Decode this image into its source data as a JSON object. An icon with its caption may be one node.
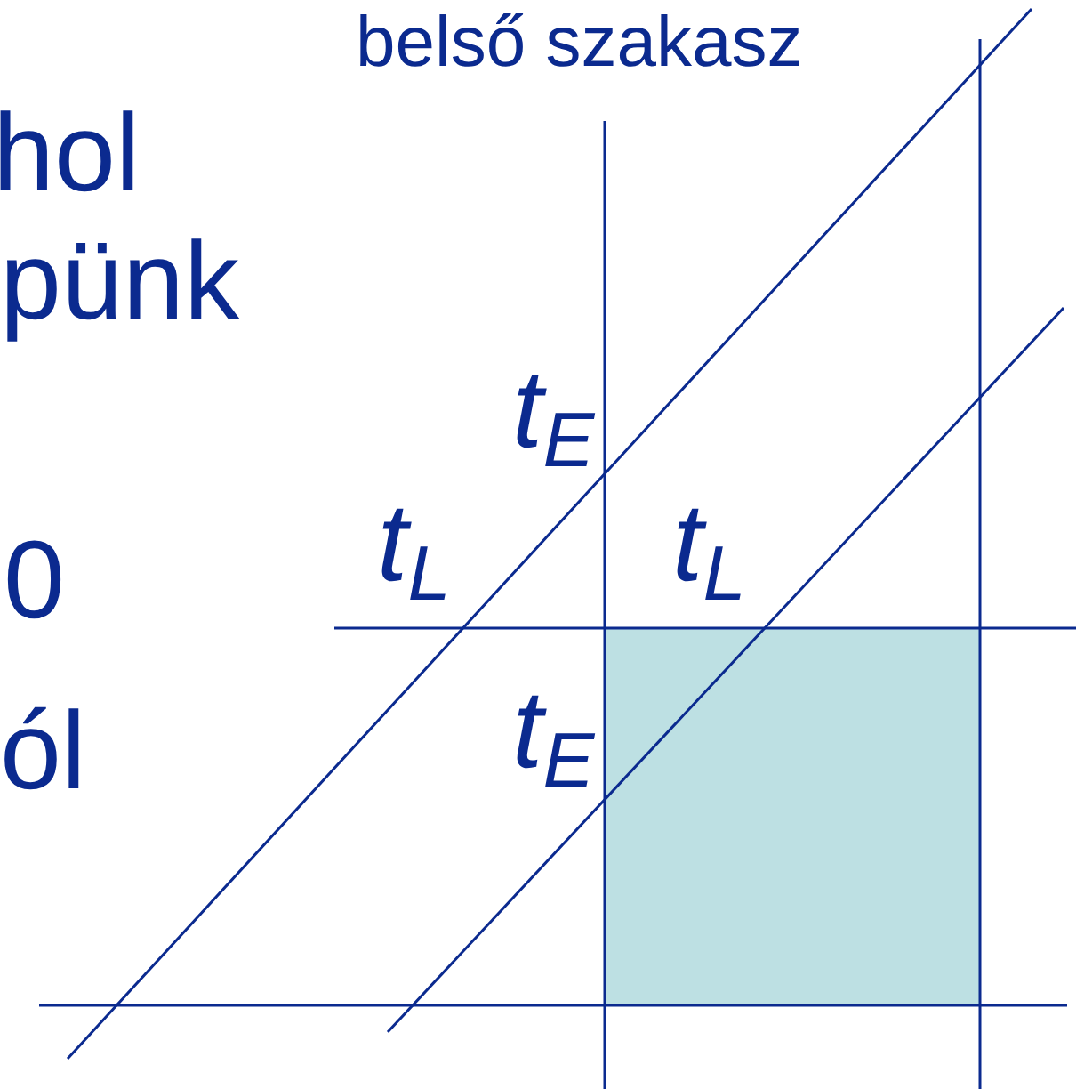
{
  "diagram": {
    "labels": [
      "belső szakasz",
      "hol",
      "pünk",
      "t$_{E}$",
      "t$_{L}$",
      "t$_{L}$",
      "0",
      "t$_{E}$",
      "ól"
    ]
  }
}
